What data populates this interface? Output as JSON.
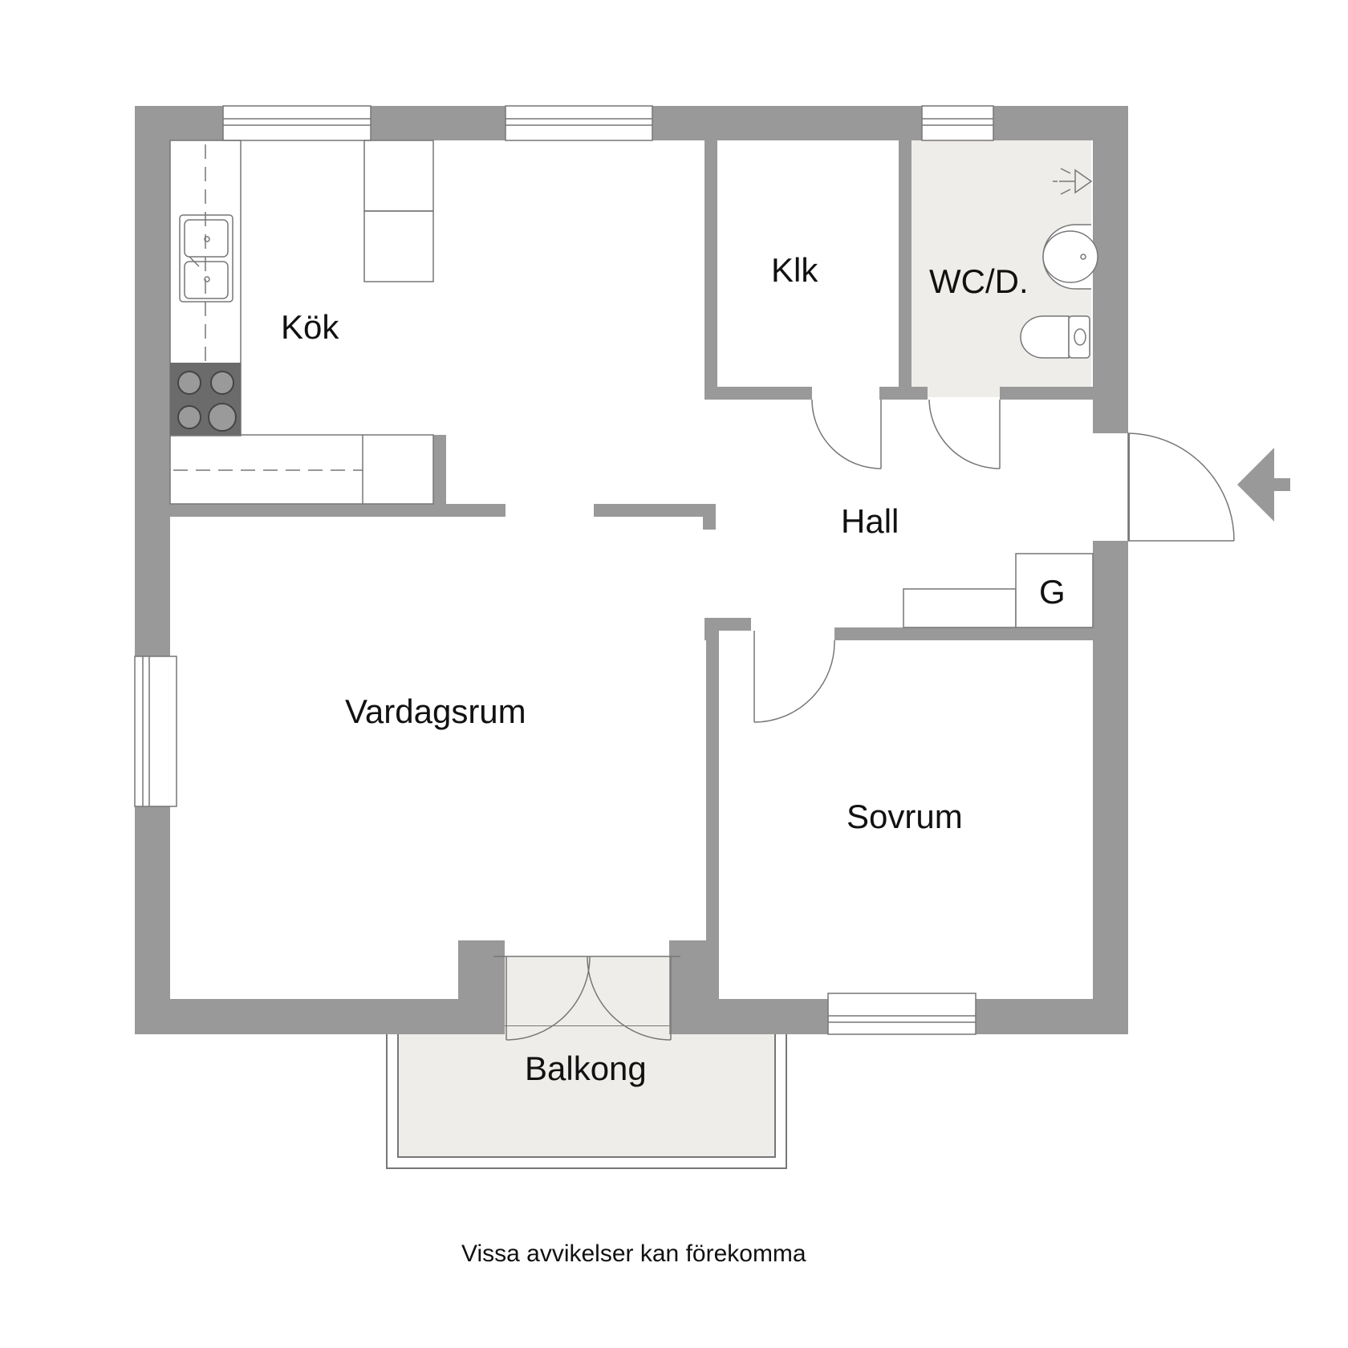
{
  "rooms": {
    "kitchen": "Kök",
    "walk_in_closet": "Klk",
    "bathroom": "WC/D.",
    "hall": "Hall",
    "wardrobe": "G",
    "living_room": "Vardagsrum",
    "bedroom": "Sovrum",
    "balcony": "Balkong"
  },
  "disclaimer": "Vissa avvikelser kan förekomma",
  "colors": {
    "wall": "#999999",
    "wet_area": "#efede9",
    "fixture_line": "#777777",
    "stove": "#6b6b6b"
  },
  "icons": {
    "entrance": "arrow-left-icon",
    "sink": "double-sink-icon",
    "stove": "stove-icon",
    "washbasin": "washbasin-icon",
    "toilet": "toilet-icon",
    "light": "light-fixture-icon"
  }
}
